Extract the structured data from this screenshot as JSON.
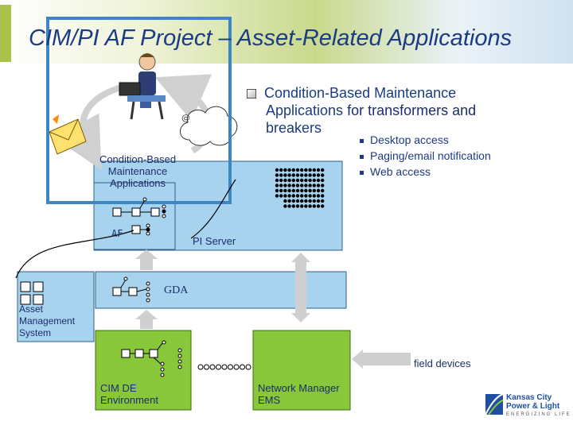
{
  "title": "CIM/PI AF Project – Asset-Related Applications",
  "main_bullet": {
    "bold_text": "Condition-Based Maintenance Applications",
    "rest_text": "for transformers and breakers",
    "line1": "Condition-Based Maintenance",
    "line2_bold": "Applications",
    "line2_rest": " for transformers and",
    "line3": "breakers"
  },
  "sub_bullets": [
    "Desktop access",
    "Paging/email notification",
    "Web access"
  ],
  "labels": {
    "cbm_line1": "Condition-Based",
    "cbm_line2": "Maintenance",
    "cbm_line3": "Applications",
    "af": "AF",
    "pi_server": "PI Server",
    "gda": "GDA",
    "ams_line1": "Asset",
    "ams_line2": "Management",
    "ams_line3": "System",
    "field_devices": "field devices",
    "cim_line1": "CIM DE",
    "cim_line2": "Environment",
    "nm_line1": "Network Manager",
    "nm_line2": "EMS"
  },
  "logo": {
    "line1": "Kansas City",
    "line2": "Power & Light",
    "tagline": "ENERGIZING LIFE"
  },
  "colors": {
    "title": "#1b3b82",
    "box_blue": "#a8d3ef",
    "box_green": "#88c63a",
    "highlight_frame": "#3c86c1",
    "arrow_gray": "#c8c8c8"
  }
}
